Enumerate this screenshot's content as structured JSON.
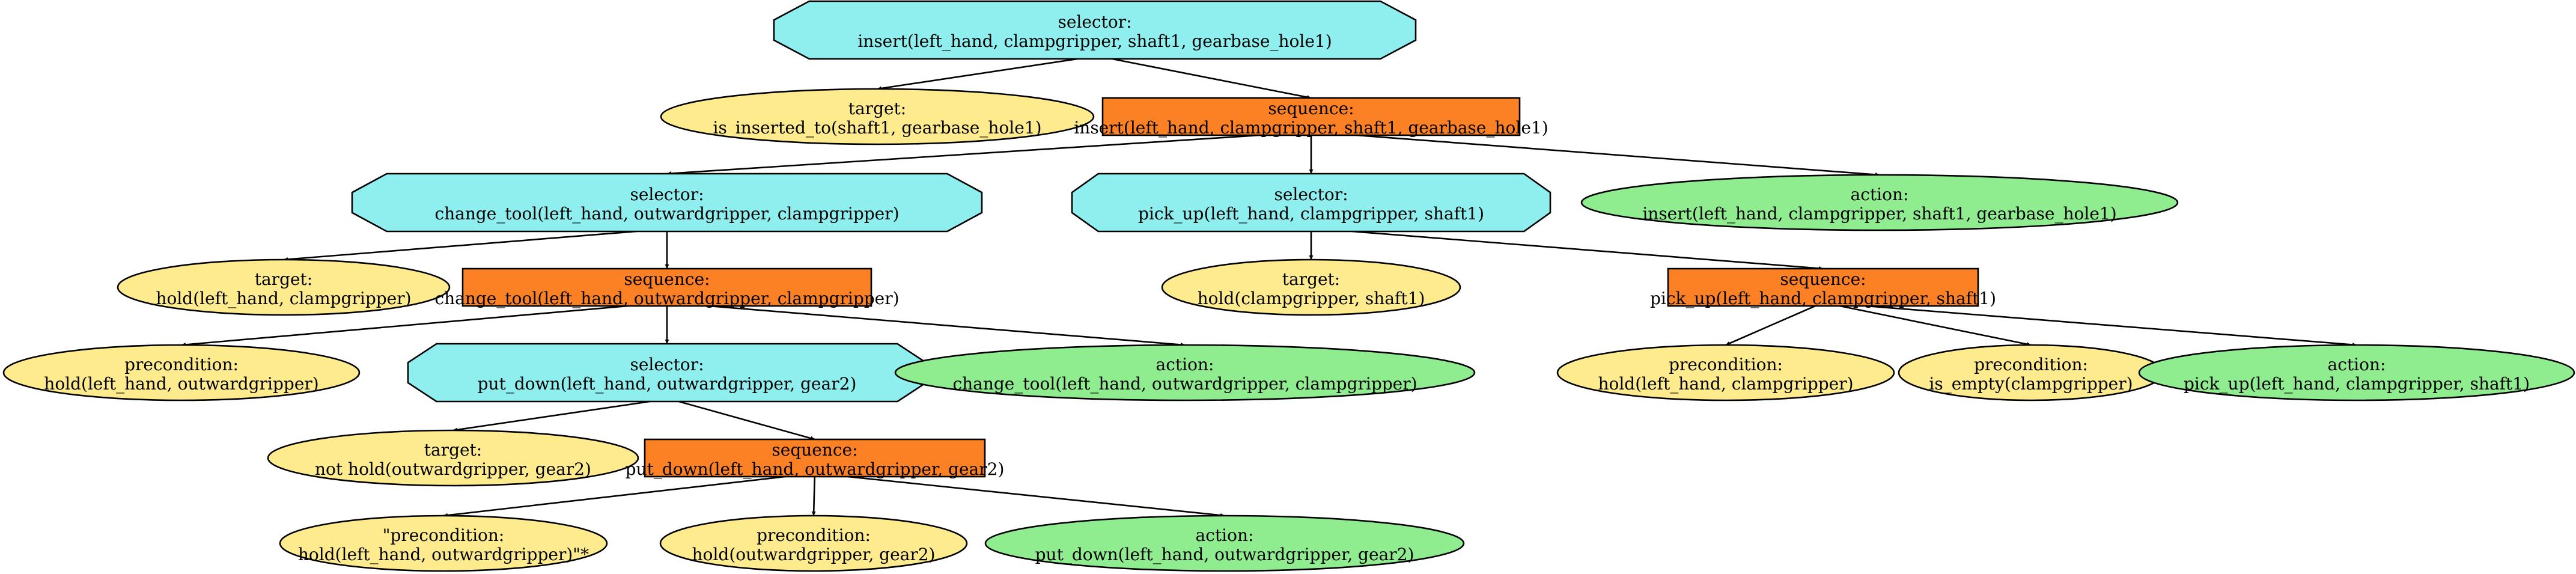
{
  "colors": {
    "selector": "#8feeee",
    "sequence": "#fc8024",
    "condition": "#feeb8e",
    "action": "#8fec8f",
    "line": "#000000"
  },
  "nodes": [
    {
      "id": "n1",
      "kind": "selector",
      "label1": "selector:",
      "label2": "insert(left_hand, clampgripper, shaft1, gearbase_hole1)"
    },
    {
      "id": "n2",
      "kind": "condition",
      "label1": "target:",
      "label2": "is_inserted_to(shaft1, gearbase_hole1)"
    },
    {
      "id": "n3",
      "kind": "sequence",
      "label1": "sequence:",
      "label2": "insert(left_hand, clampgripper, shaft1, gearbase_hole1)"
    },
    {
      "id": "n4",
      "kind": "selector",
      "label1": "selector:",
      "label2": "change_tool(left_hand, outwardgripper, clampgripper)"
    },
    {
      "id": "n5",
      "kind": "selector",
      "label1": "selector:",
      "label2": "pick_up(left_hand, clampgripper, shaft1)"
    },
    {
      "id": "n6",
      "kind": "action",
      "label1": "action:",
      "label2": "insert(left_hand, clampgripper, shaft1, gearbase_hole1)"
    },
    {
      "id": "n7",
      "kind": "condition",
      "label1": "target:",
      "label2": "hold(left_hand, clampgripper)"
    },
    {
      "id": "n8",
      "kind": "sequence",
      "label1": "sequence:",
      "label2": "change_tool(left_hand, outwardgripper, clampgripper)"
    },
    {
      "id": "n9",
      "kind": "condition",
      "label1": "target:",
      "label2": "hold(clampgripper, shaft1)"
    },
    {
      "id": "n10",
      "kind": "sequence",
      "label1": "sequence:",
      "label2": "pick_up(left_hand, clampgripper, shaft1)"
    },
    {
      "id": "n11",
      "kind": "condition",
      "label1": "precondition:",
      "label2": "hold(left_hand, outwardgripper)"
    },
    {
      "id": "n12",
      "kind": "selector",
      "label1": "selector:",
      "label2": "put_down(left_hand, outwardgripper, gear2)"
    },
    {
      "id": "n13",
      "kind": "action",
      "label1": "action:",
      "label2": "change_tool(left_hand, outwardgripper, clampgripper)"
    },
    {
      "id": "n14",
      "kind": "condition",
      "label1": "precondition:",
      "label2": "hold(left_hand, clampgripper)"
    },
    {
      "id": "n15",
      "kind": "condition",
      "label1": "precondition:",
      "label2": "is_empty(clampgripper)"
    },
    {
      "id": "n16",
      "kind": "action",
      "label1": "action:",
      "label2": "pick_up(left_hand, clampgripper, shaft1)"
    },
    {
      "id": "n17",
      "kind": "condition",
      "label1": "target:",
      "label2": "not hold(outwardgripper, gear2)"
    },
    {
      "id": "n18",
      "kind": "sequence",
      "label1": "sequence:",
      "label2": "put_down(left_hand, outwardgripper, gear2)"
    },
    {
      "id": "n19",
      "kind": "condition",
      "label1": "\"precondition:",
      "label2": "hold(left_hand, outwardgripper)\"*"
    },
    {
      "id": "n20",
      "kind": "condition",
      "label1": "precondition:",
      "label2": "hold(outwardgripper, gear2)"
    },
    {
      "id": "n21",
      "kind": "action",
      "label1": "action:",
      "label2": "put_down(left_hand, outwardgripper, gear2)"
    }
  ],
  "edges": [
    {
      "from": "n1",
      "to": "n2"
    },
    {
      "from": "n1",
      "to": "n3"
    },
    {
      "from": "n3",
      "to": "n4"
    },
    {
      "from": "n3",
      "to": "n5"
    },
    {
      "from": "n3",
      "to": "n6"
    },
    {
      "from": "n4",
      "to": "n7"
    },
    {
      "from": "n4",
      "to": "n8"
    },
    {
      "from": "n5",
      "to": "n9"
    },
    {
      "from": "n5",
      "to": "n10"
    },
    {
      "from": "n8",
      "to": "n11"
    },
    {
      "from": "n8",
      "to": "n12"
    },
    {
      "from": "n8",
      "to": "n13"
    },
    {
      "from": "n10",
      "to": "n14"
    },
    {
      "from": "n10",
      "to": "n15"
    },
    {
      "from": "n10",
      "to": "n16"
    },
    {
      "from": "n12",
      "to": "n17"
    },
    {
      "from": "n12",
      "to": "n18"
    },
    {
      "from": "n18",
      "to": "n19"
    },
    {
      "from": "n18",
      "to": "n20"
    },
    {
      "from": "n18",
      "to": "n21"
    }
  ]
}
